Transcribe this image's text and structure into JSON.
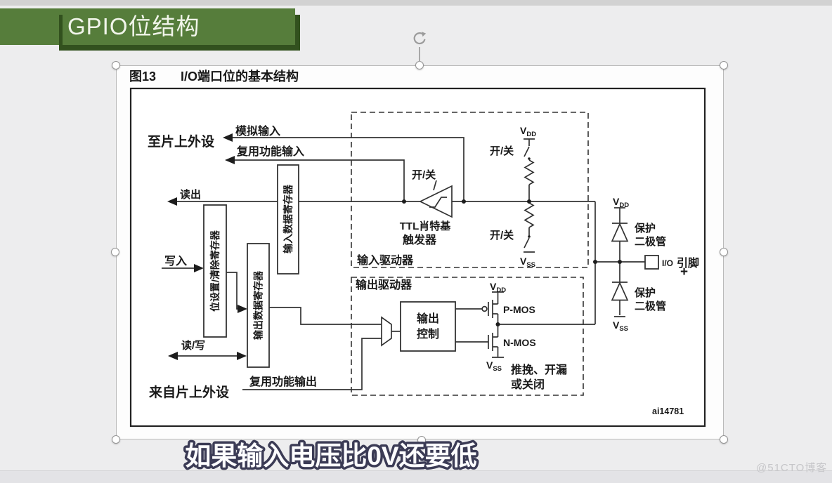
{
  "banner": {
    "title": "GPIO位结构"
  },
  "figure": {
    "number": "图13",
    "title": "I/O端口位的基本结构",
    "code": "ai14781"
  },
  "left_labels": {
    "to_peripherals": "至片上外设",
    "analog_input": "模拟输入",
    "af_input": "复用功能输入",
    "read": "读出",
    "write": "写入",
    "read_write": "读/写",
    "from_peripherals": "来自片上外设",
    "af_output": "复用功能输出"
  },
  "registers": {
    "input_data": "输入数据寄存器",
    "bit_set_reset": "位设置/清除寄存器",
    "output_data": "输出数据寄存器"
  },
  "drivers": {
    "input": "输入驱动器",
    "output": "输出驱动器"
  },
  "trigger": {
    "on_off": "开/关",
    "name_line1": "TTL肖特基",
    "name_line2": "触发器"
  },
  "output_control": {
    "line1": "输出",
    "line2": "控制"
  },
  "power": {
    "v": "V",
    "dd": "DD",
    "ss": "SS"
  },
  "transistors": {
    "pmos": "P-MOS",
    "nmos": "N-MOS"
  },
  "output_mode": {
    "line1": "推挽、开漏",
    "line2": "或关闭"
  },
  "protection": {
    "line1": "保护",
    "line2": "二极管"
  },
  "io_pin": {
    "io": "I/O",
    "pin": "引脚",
    "plus": "+"
  },
  "subtitle": "如果输入电压比0V还要低",
  "watermark": "@51CTO博客",
  "colors": {
    "banner_green": "#567d3b",
    "banner_shadow": "#32511e",
    "pin_plus_red": "#d42a1e"
  }
}
